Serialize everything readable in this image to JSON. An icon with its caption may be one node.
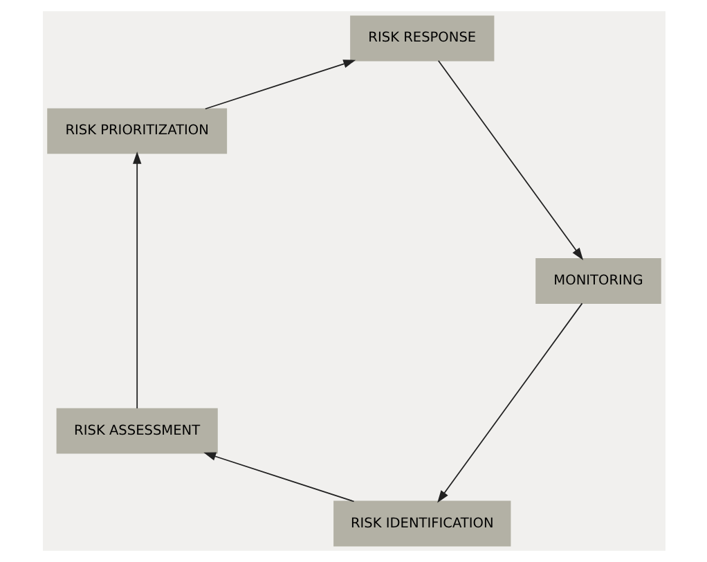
{
  "diagram": {
    "nodes": [
      {
        "text": [
          "RISK IDENTIFICATION"
        ]
      },
      {
        "text": [
          "RISK ASSESSMENT"
        ]
      },
      {
        "text": [
          "RISK PRIORITIZATION"
        ]
      },
      {
        "text": [
          "RISK RESPONSE"
        ]
      },
      {
        "text": [
          "MONITORING"
        ]
      }
    ],
    "edges": [
      {
        "from": 0,
        "to": 1,
        "arrow": "to"
      },
      {
        "from": 1,
        "to": 2,
        "arrow": "to"
      },
      {
        "from": 2,
        "to": 3,
        "arrow": "to"
      },
      {
        "from": 3,
        "to": 4,
        "arrow": "to"
      },
      {
        "from": 4,
        "to": 0,
        "arrow": "to"
      }
    ]
  }
}
